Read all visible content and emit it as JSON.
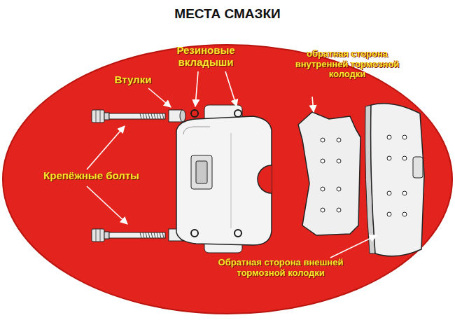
{
  "diagram": {
    "title": "МЕСТА СМАЗКИ",
    "labels": [
      "Резиновые вкладыши",
      "обратная сторона внутренней тормозной колодки",
      "Втулки",
      "Крепёжные болты",
      "Обратная сторона внешней тормозной колодки"
    ]
  }
}
